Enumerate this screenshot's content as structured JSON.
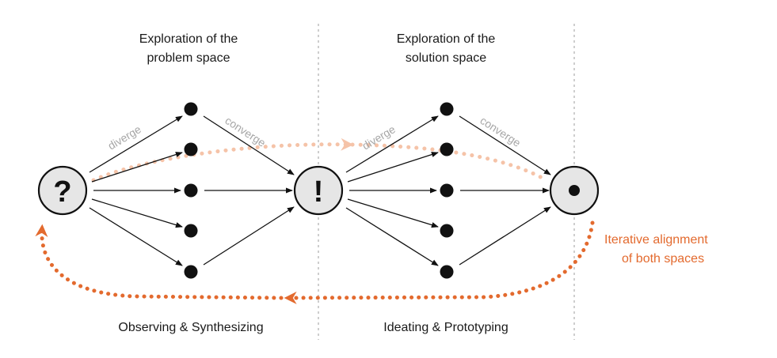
{
  "headers": {
    "problem_line1": "Exploration of the",
    "problem_line2": "problem space",
    "solution_line1": "Exploration of the",
    "solution_line2": "solution space"
  },
  "phases": {
    "left": "Observing & Synthesizing",
    "right": "Ideating & Prototyping"
  },
  "arrow_labels": {
    "diverge_left": "diverge",
    "converge_left": "converge",
    "diverge_right": "diverge",
    "converge_right": "converge"
  },
  "alignment_label": {
    "line1": "Iterative alignment",
    "line2": "of both spaces"
  },
  "nodes": {
    "problem_symbol": "?",
    "insight_symbol": "!"
  },
  "colors": {
    "accent": "#e36a2e",
    "accent_faded": "#f5c3a8",
    "text": "#1a1a1a",
    "muted_label": "#a6a6a6",
    "node_fill": "#e6e6e6",
    "dot": "#111111",
    "separator": "#bdbdbd"
  }
}
